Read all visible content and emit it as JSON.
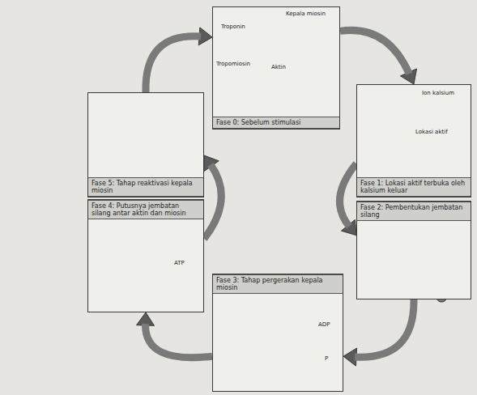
{
  "diagram": {
    "nodes": [
      {
        "text": [
          "Fase 0: Sebelum stimulasi"
        ]
      },
      {
        "text": [
          "Fase 1: Lokasi aktif terbuka oleh kalsium keluar"
        ]
      },
      {
        "text": [
          "Fase 2: Pembentukan jembatan silang"
        ]
      },
      {
        "text": [
          "Fase 3: Tahap pergerakan kepala miosin"
        ]
      },
      {
        "text": [
          "Fase 4: Putusnya jembatan silang antar aktin dan miosin"
        ]
      },
      {
        "text": [
          "Fase 5: Tahap reaktivasi kepala miosin"
        ]
      }
    ],
    "edges": [
      {
        "from": 0,
        "to": 1,
        "arrow": "to"
      },
      {
        "from": 1,
        "to": 2,
        "arrow": "to"
      },
      {
        "from": 2,
        "to": 3,
        "arrow": "to"
      },
      {
        "from": 3,
        "to": 4,
        "arrow": "to"
      },
      {
        "from": 4,
        "to": 5,
        "arrow": "to"
      },
      {
        "from": 5,
        "to": 0,
        "arrow": "to"
      }
    ],
    "labels": [
      "Kepala miosin",
      "Troponin",
      "Tropomiosin",
      "Aktin",
      "Ion kalsium",
      "Lokasi aktif",
      "ADP",
      "P",
      "ATP"
    ]
  }
}
